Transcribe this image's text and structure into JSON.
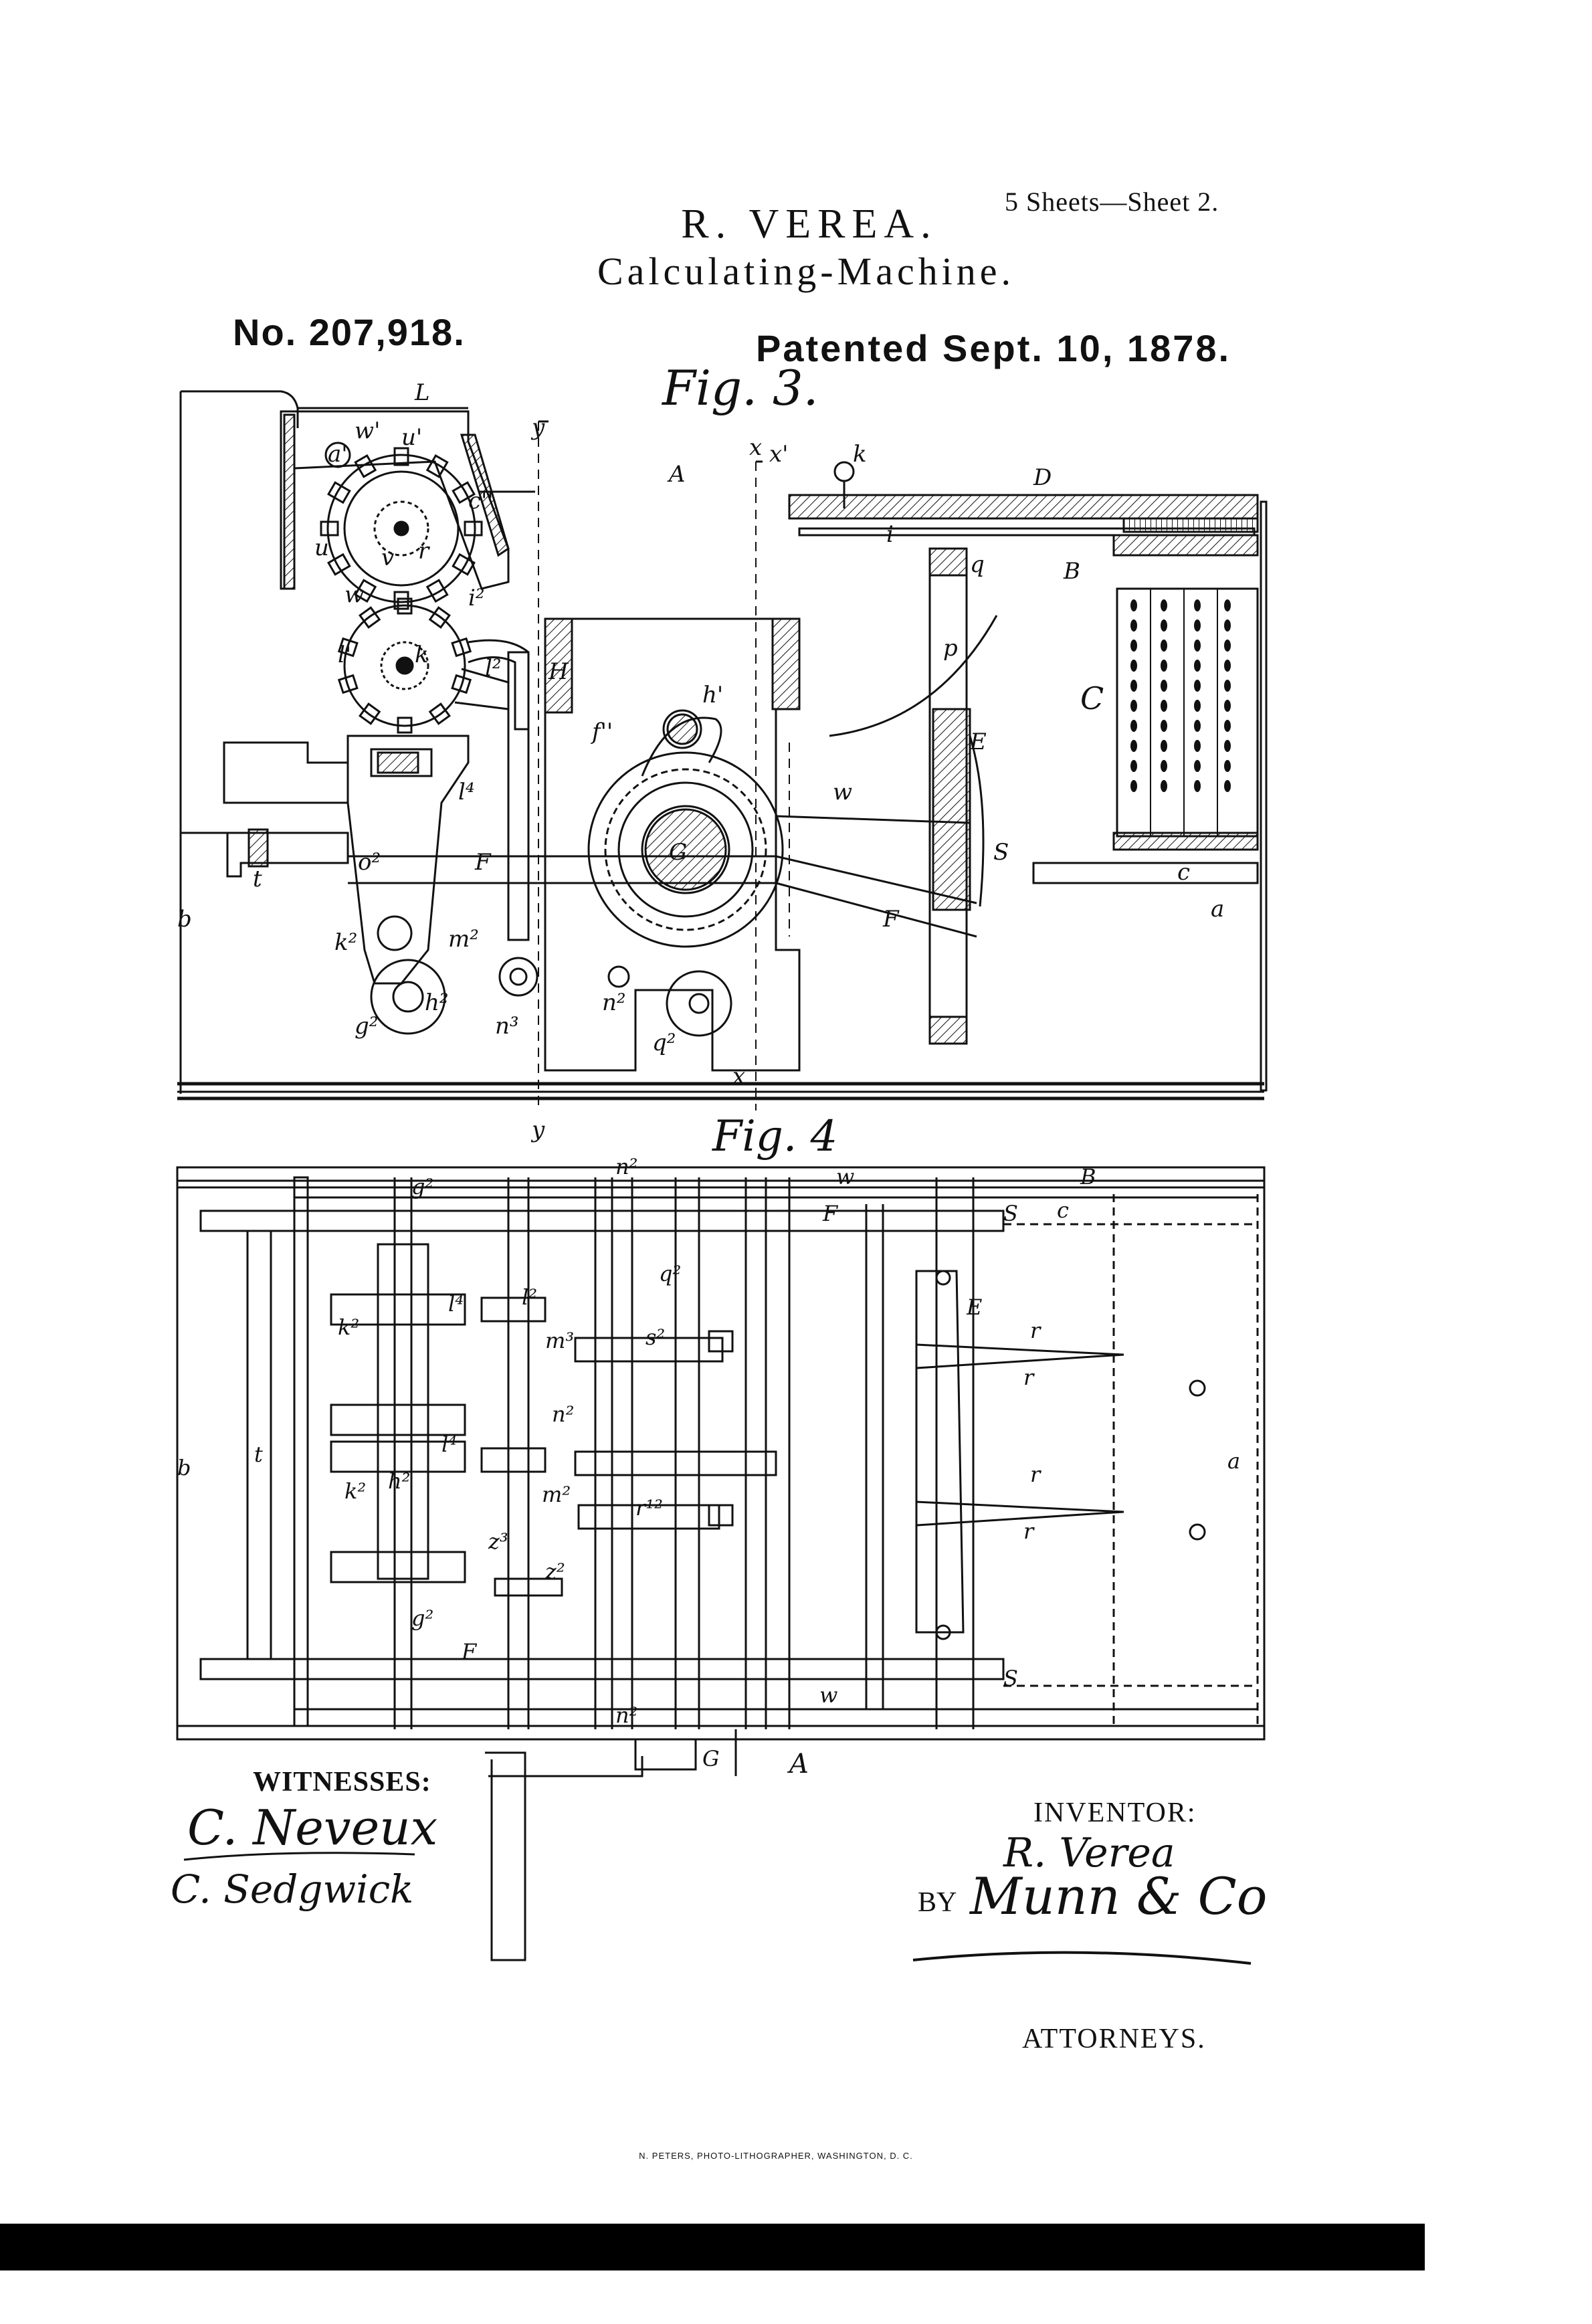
{
  "header": {
    "sheet": "5 Sheets—Sheet 2.",
    "inventor": "R. VEREA.",
    "title": "Calculating-Machine.",
    "patent_number": "No. 207,918.",
    "patent_date": "Patented Sept. 10, 1878."
  },
  "figures": {
    "fig3_label": "Fig. 3.",
    "fig4_label": "Fig. 4",
    "fig3_refs": [
      "L",
      "c''",
      "w'",
      "a'",
      "u'",
      "u",
      "v",
      "r",
      "w",
      "i²",
      "l'",
      "k",
      "l²",
      "H",
      "h'",
      "A",
      "x'",
      "k",
      "D",
      "i",
      "q",
      "B",
      "C",
      "E",
      "S",
      "p",
      "w",
      "c",
      "a",
      "f''",
      "G",
      "F",
      "F",
      "b",
      "t",
      "k²",
      "m²",
      "g²",
      "h²",
      "n³",
      "n²",
      "q²",
      "l⁴",
      "o²",
      "y",
      "x",
      "y",
      "x"
    ],
    "fig4_refs": [
      "g²",
      "n²",
      "w",
      "B",
      "F",
      "S",
      "c",
      "l⁴",
      "k²",
      "l²",
      "m³",
      "s²",
      "q²",
      "E",
      "r",
      "r",
      "n²",
      "l⁴",
      "h²",
      "a",
      "b",
      "t",
      "k²",
      "m²",
      "r¹²",
      "r",
      "r",
      "z³",
      "z²",
      "g²",
      "F",
      "S",
      "w",
      "n²",
      "G",
      "A"
    ]
  },
  "signatures": {
    "witnesses_label": "WITNESSES:",
    "witness1": "C. Neveux",
    "witness2": "C. Sedgwick",
    "inventor_label": "INVENTOR:",
    "inventor_sig": "R. Verea",
    "by_label": "BY",
    "attorney_sig": "Munn & Co",
    "attorneys_label": "ATTORNEYS."
  },
  "footer": {
    "printer": "N. PETERS, PHOTO-LITHOGRAPHER, WASHINGTON, D. C."
  }
}
